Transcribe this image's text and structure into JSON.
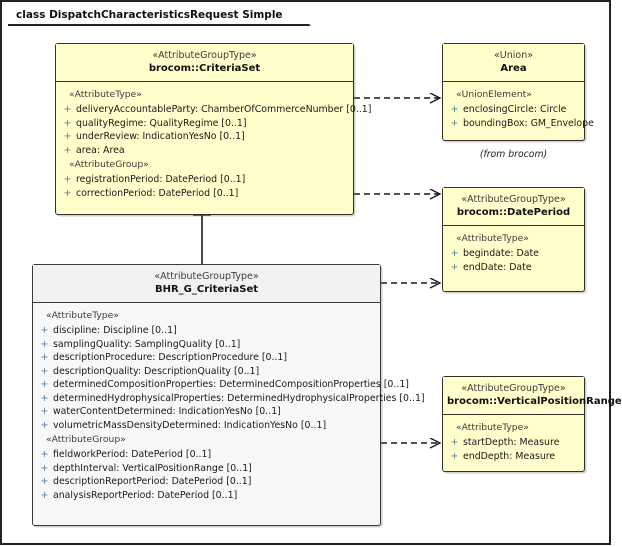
{
  "diagram": {
    "title": "class DispatchCharacteristicsRequest Simple",
    "colors": {
      "class_fill": "#FFFFCC",
      "class_fill_grey": "#F8F8F8",
      "border": "#33302B",
      "visibility": "#5A7FA5",
      "canvas": "#FFFFFF"
    }
  },
  "classes": {
    "criteriaset": {
      "stereotype": "«AttributeGroupType»",
      "name": "brocom::CriteriaSet",
      "compartments": [
        {
          "label": "«AttributeType»",
          "attributes": [
            {
              "visibility": "+",
              "text": "deliveryAccountableParty: ChamberOfCommerceNumber [0..1]"
            },
            {
              "visibility": "+",
              "text": "qualityRegime: QualityRegime [0..1]"
            },
            {
              "visibility": "+",
              "text": "underReview: IndicationYesNo [0..1]"
            },
            {
              "visibility": "+",
              "text": "area: Area"
            }
          ]
        },
        {
          "label": "«AttributeGroup»",
          "attributes": [
            {
              "visibility": "+",
              "text": "registrationPeriod: DatePeriod [0..1]"
            },
            {
              "visibility": "+",
              "text": "correctionPeriod: DatePeriod [0..1]"
            }
          ]
        }
      ]
    },
    "bhr_criteriaset": {
      "stereotype": "«AttributeGroupType»",
      "name": "BHR_G_CriteriaSet",
      "compartments": [
        {
          "label": "«AttributeType»",
          "attributes": [
            {
              "visibility": "+",
              "text": "discipline: Discipline [0..1]"
            },
            {
              "visibility": "+",
              "text": "samplingQuality: SamplingQuality [0..1]"
            },
            {
              "visibility": "+",
              "text": "descriptionProcedure: DescriptionProcedure [0..1]"
            },
            {
              "visibility": "+",
              "text": "descriptionQuality: DescriptionQuality [0..1]"
            },
            {
              "visibility": "+",
              "text": "determinedCompositionProperties: DeterminedCompositionProperties [0..1]"
            },
            {
              "visibility": "+",
              "text": "determinedHydrophysicalProperties: DeterminedHydrophysicalProperties [0..1]"
            },
            {
              "visibility": "+",
              "text": "waterContentDetermined: IndicationYesNo [0..1]"
            },
            {
              "visibility": "+",
              "text": "volumetricMassDensityDetermined: IndicationYesNo [0..1]"
            }
          ]
        },
        {
          "label": "«AttributeGroup»",
          "attributes": [
            {
              "visibility": "+",
              "text": "fieldworkPeriod: DatePeriod [0..1]"
            },
            {
              "visibility": "+",
              "text": "depthInterval: VerticalPositionRange [0..1]"
            },
            {
              "visibility": "+",
              "text": "descriptionReportPeriod: DatePeriod [0..1]"
            },
            {
              "visibility": "+",
              "text": "analysisReportPeriod: DatePeriod [0..1]"
            }
          ]
        }
      ]
    },
    "area": {
      "stereotype": "«Union»",
      "name": "Area",
      "note": "(from brocom)",
      "compartments": [
        {
          "label": "«UnionElement»",
          "attributes": [
            {
              "visibility": "+",
              "text": "enclosingCircle: Circle"
            },
            {
              "visibility": "+",
              "text": "boundingBox: GM_Envelope"
            }
          ]
        }
      ]
    },
    "dateperiod": {
      "stereotype": "«AttributeGroupType»",
      "name": "brocom::DatePeriod",
      "compartments": [
        {
          "label": "«AttributeType»",
          "attributes": [
            {
              "visibility": "+",
              "text": "begindate: Date"
            },
            {
              "visibility": "+",
              "text": "endDate: Date"
            }
          ]
        }
      ]
    },
    "verticalpositionrange": {
      "stereotype": "«AttributeGroupType»",
      "name": "brocom::VerticalPositionRange",
      "compartments": [
        {
          "label": "«AttributeType»",
          "attributes": [
            {
              "visibility": "+",
              "text": "startDepth: Measure"
            },
            {
              "visibility": "+",
              "text": "endDepth: Measure"
            }
          ]
        }
      ]
    }
  },
  "connectors": [
    {
      "id": "gen-bhr-to-criteriaset",
      "kind": "generalization",
      "from": "BHR_G_CriteriaSet",
      "to": "brocom::CriteriaSet"
    },
    {
      "id": "dep-criteriaset-to-area",
      "kind": "dependency",
      "from": "brocom::CriteriaSet",
      "to": "Area"
    },
    {
      "id": "dep-criteriaset-to-dateperiod",
      "kind": "dependency",
      "from": "brocom::CriteriaSet",
      "to": "brocom::DatePeriod"
    },
    {
      "id": "dep-bhr-to-dateperiod",
      "kind": "dependency",
      "from": "BHR_G_CriteriaSet",
      "to": "brocom::DatePeriod"
    },
    {
      "id": "dep-bhr-to-verticalpositionrange",
      "kind": "dependency",
      "from": "BHR_G_CriteriaSet",
      "to": "brocom::VerticalPositionRange"
    }
  ]
}
